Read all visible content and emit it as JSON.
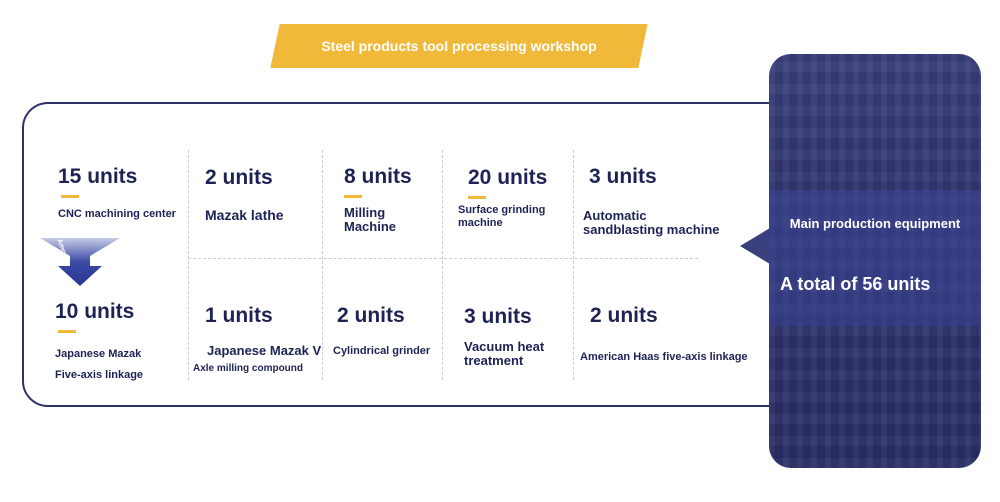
{
  "banner": {
    "title": "Steel products tool processing workshop"
  },
  "arrow": {
    "text": "Among"
  },
  "items": [
    {
      "count": "15 units",
      "label_lines": [
        "CNC machining center"
      ]
    },
    {
      "count": "2 units",
      "label_lines": [
        "Mazak lathe"
      ]
    },
    {
      "count": "8 units",
      "label_lines": [
        "Milling",
        "Machine"
      ]
    },
    {
      "count": "20 units",
      "label_lines": [
        "Surface grinding",
        "machine"
      ]
    },
    {
      "count": "3 units",
      "label_lines": [
        "Automatic",
        "sandblasting machine"
      ]
    },
    {
      "count": "10 units",
      "label_lines": [
        "Japanese Mazak",
        "Five-axis linkage"
      ]
    },
    {
      "count": "1 units",
      "label_lines": [
        "Japanese Mazak V",
        "Axle milling compound"
      ]
    },
    {
      "count": "2 units",
      "label_lines": [
        "Cylindrical grinder"
      ]
    },
    {
      "count": "3 units",
      "label_lines": [
        "Vacuum heat",
        "treatment"
      ]
    },
    {
      "count": "2 units",
      "label_lines": [
        "American Haas five-axis linkage"
      ]
    }
  ],
  "summary": {
    "title": "Main production equipment",
    "total": "A total of 56 units"
  },
  "colors": {
    "accent": "#f0b93a",
    "navy": "#1e2255",
    "panel": "#3a3f7e"
  }
}
